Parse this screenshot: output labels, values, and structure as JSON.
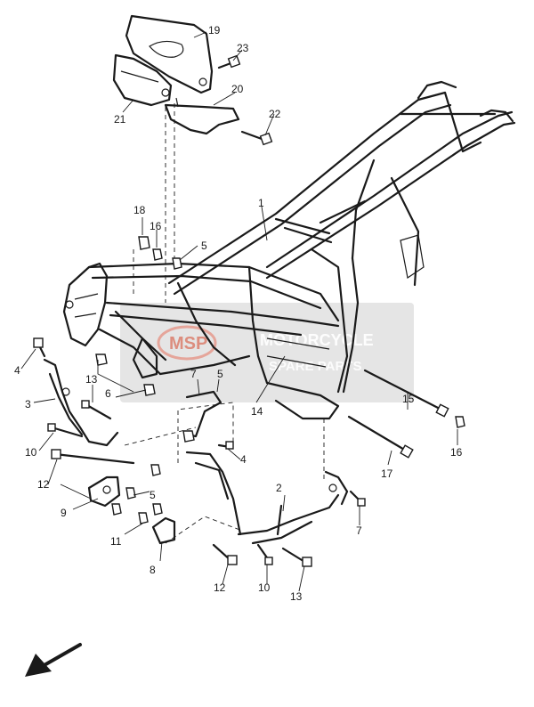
{
  "diagram": {
    "part_numbers": [
      "1",
      "2",
      "3",
      "4",
      "4",
      "5",
      "5",
      "5",
      "6",
      "7",
      "7",
      "8",
      "9",
      "10",
      "10",
      "11",
      "12",
      "12",
      "13",
      "13",
      "14",
      "15",
      "16",
      "16",
      "17",
      "18",
      "19",
      "20",
      "21",
      "22",
      "23"
    ]
  },
  "watermark": {
    "line1": "MOTORCYCLE",
    "line2": "SPARE PARTS",
    "logo_text": "MSP"
  },
  "icons": {
    "direction": "front-direction-arrow-icon"
  }
}
